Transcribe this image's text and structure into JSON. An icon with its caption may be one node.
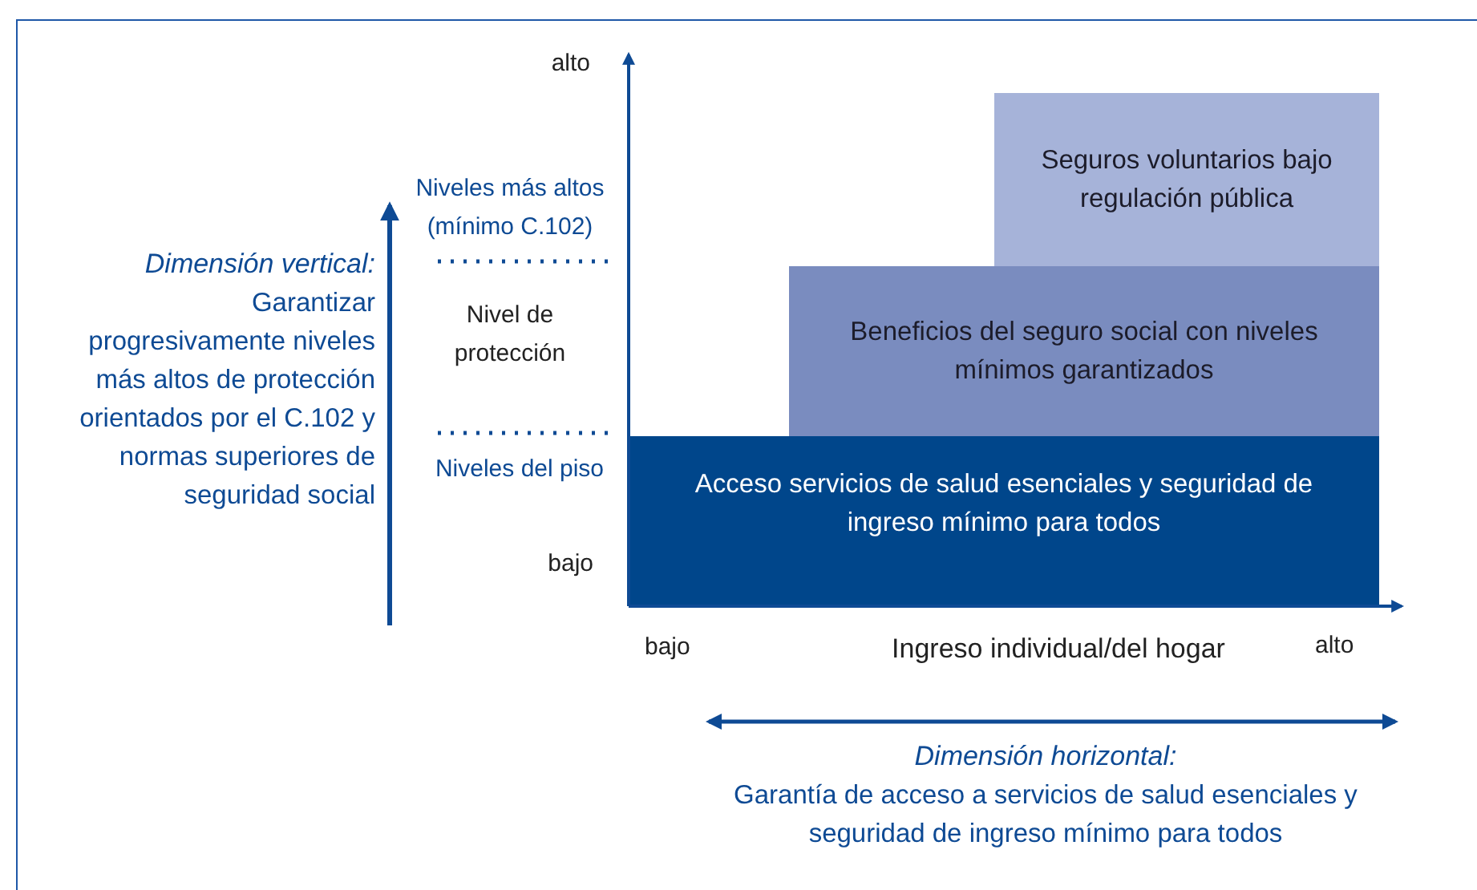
{
  "diagram": {
    "nodes": [
      {
        "text": [
          "Acceso servicios de salud esenciales y seguridad de ingreso mínimo para todos"
        ]
      },
      {
        "text": [
          "Beneficios del seguro social con niveles mínimos garantizados"
        ]
      },
      {
        "text": [
          "Seguros voluntarios bajo regulación pública"
        ]
      }
    ],
    "labels": [
      "alto",
      "Niveles más altos (mínimo C.102)",
      "Dimensión vertical:",
      "Garantizar progresivamente niveles más altos de protección orientados por el C.102 y normas superiores de seguridad social",
      "Nivel de protección",
      "Niveles del piso",
      "bajo",
      "bajo",
      "Ingreso individual/del hogar",
      "alto",
      "Dimensión horizontal:",
      "Garantía de acceso a servicios de salud esenciales y seguridad de ingreso mínimo para todos"
    ]
  }
}
